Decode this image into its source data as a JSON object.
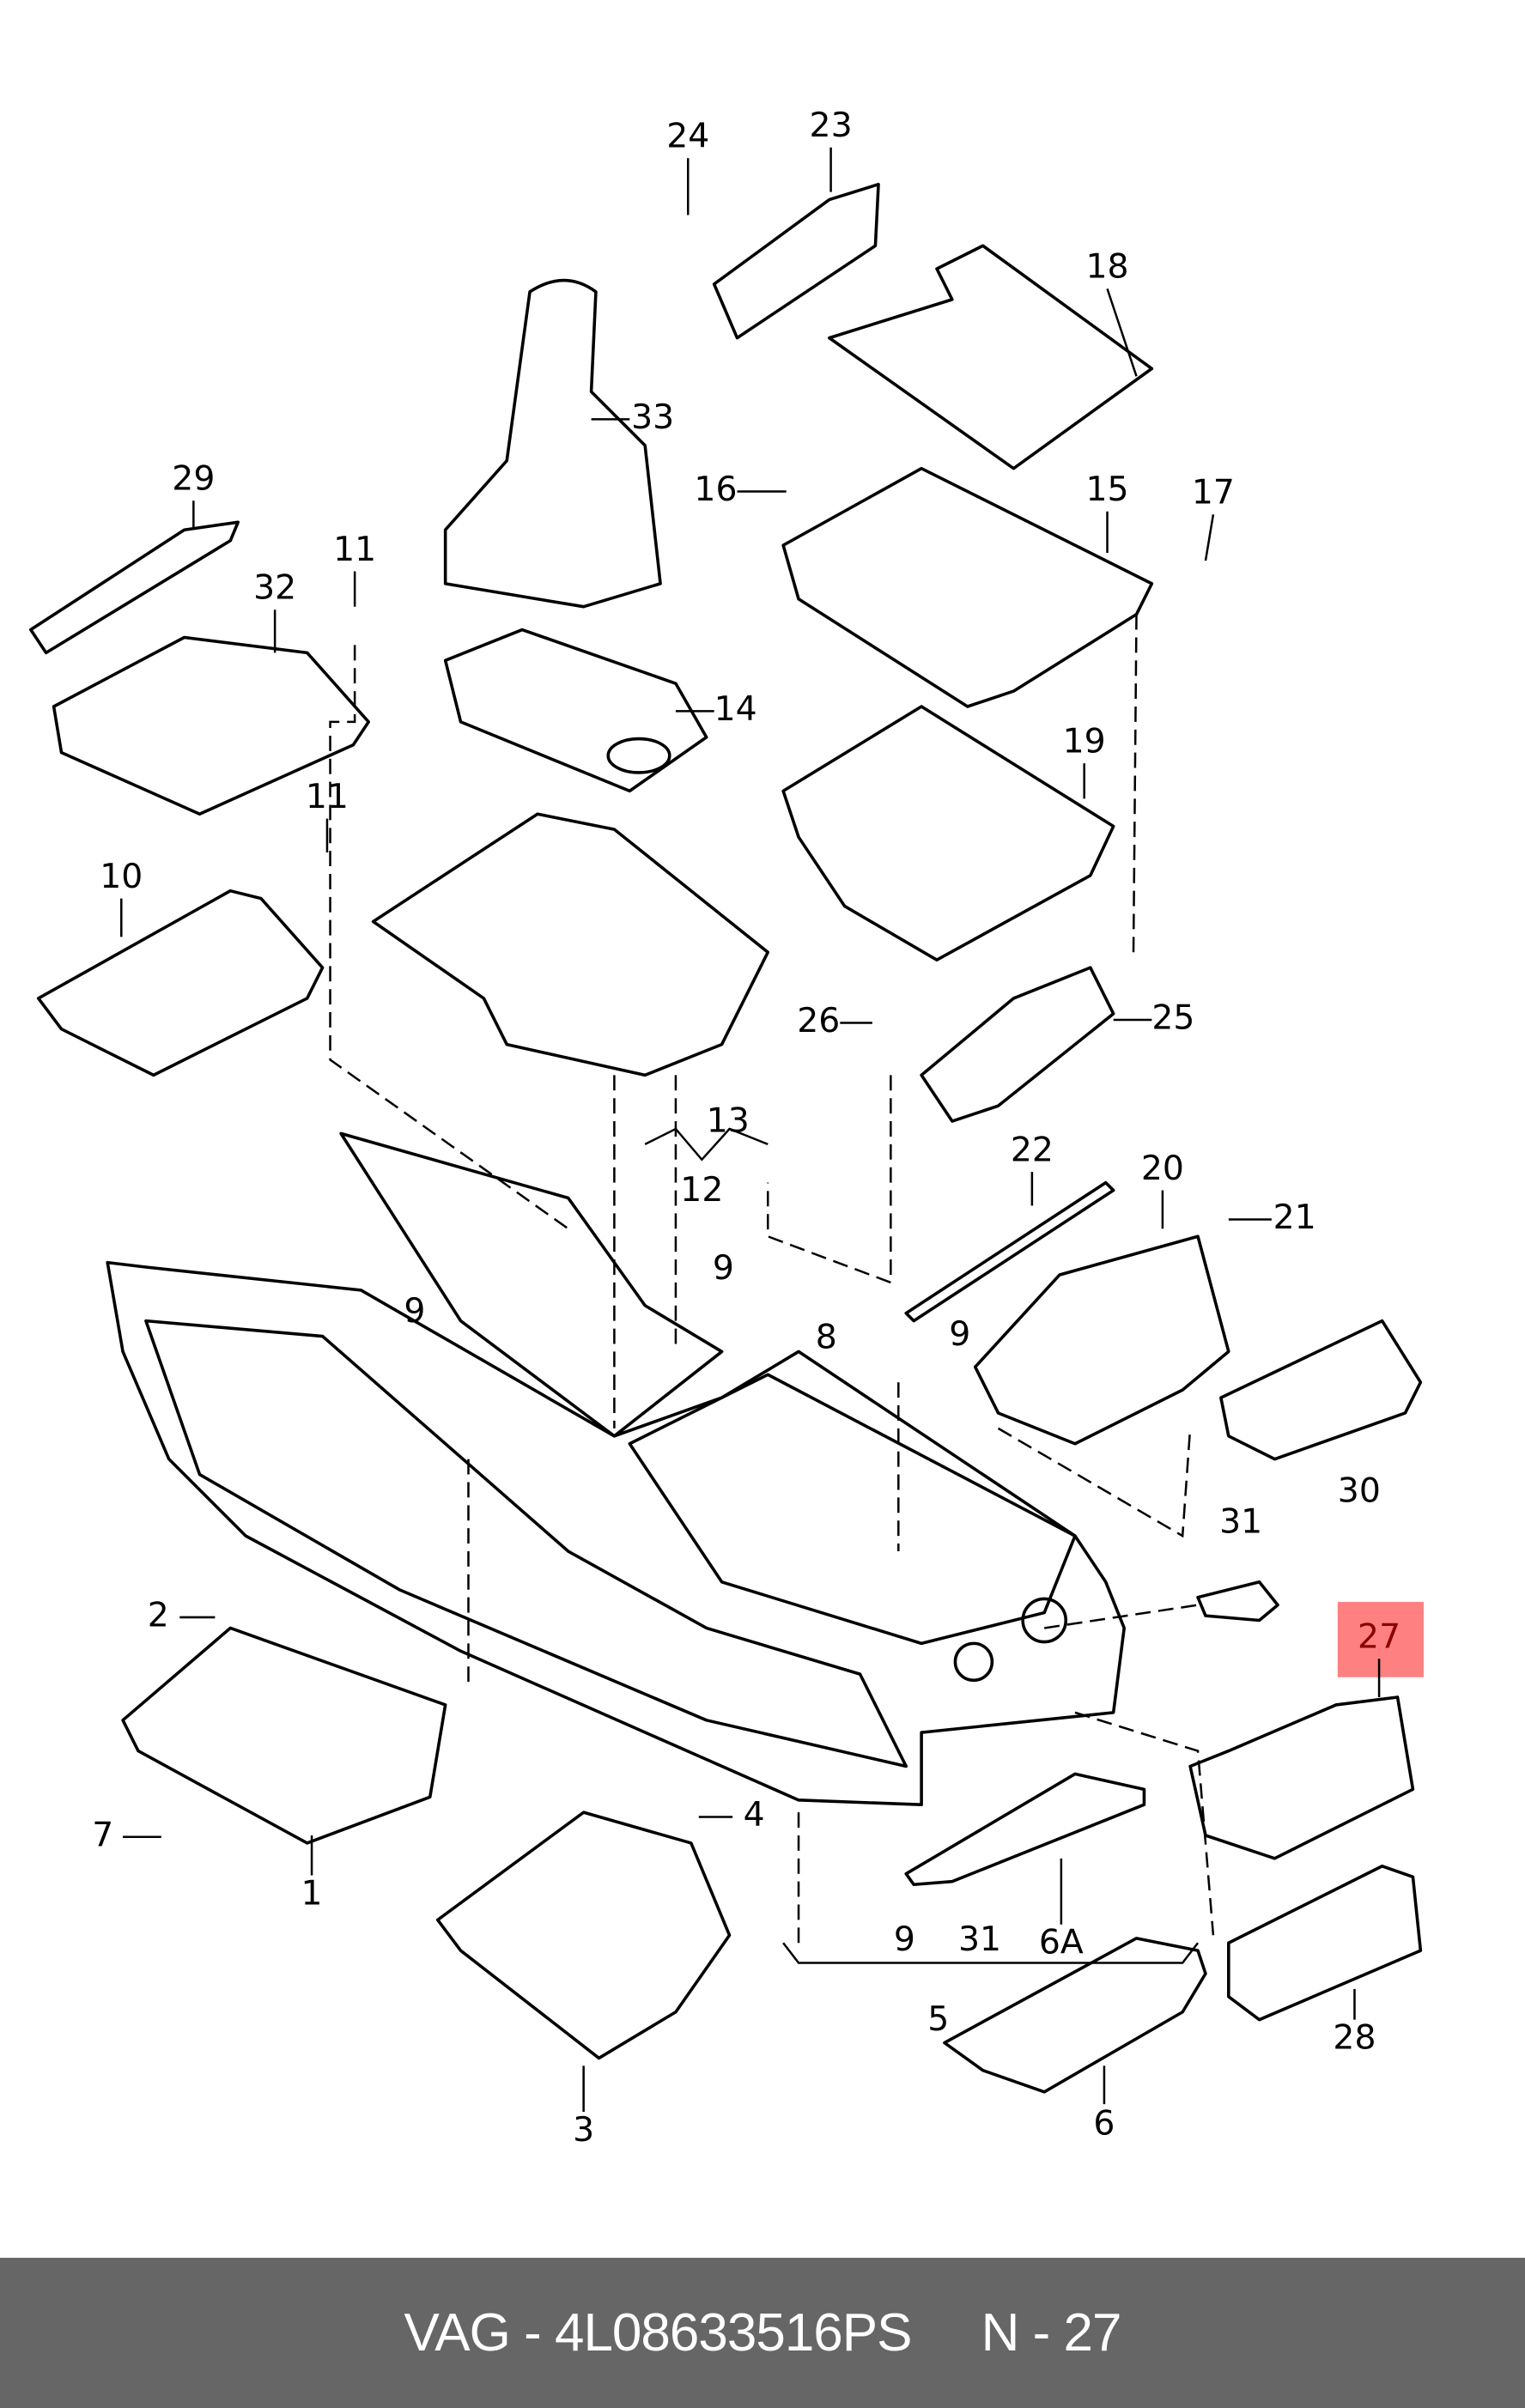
{
  "callouts": {
    "c24": "24",
    "c23": "23",
    "c18": "18",
    "c33": "33",
    "c29": "29",
    "c16": "16",
    "c15": "15",
    "c17": "17",
    "c11a": "11",
    "c32": "32",
    "c14": "14",
    "c19": "19",
    "c11b": "11",
    "c10": "10",
    "c26": "26",
    "c25": "25",
    "c13": "13",
    "c22": "22",
    "c20": "20",
    "c12": "12",
    "c21": "21",
    "c9a": "9",
    "c9b": "9",
    "c8": "8",
    "c9c": "9",
    "c30": "30",
    "c31a": "31",
    "c27": "27",
    "c2": "2",
    "c4": "4",
    "c7": "7",
    "c1": "1",
    "c9d": "9",
    "c31b": "31",
    "c6A": "6A",
    "c28": "28",
    "c5": "5",
    "c6": "6",
    "c3": "3"
  },
  "highlighted_part": "27",
  "highlight_color": "#ff8080",
  "footer": {
    "brand": "VAG",
    "part_number": "4L08633516PS",
    "position": "N - 27"
  }
}
